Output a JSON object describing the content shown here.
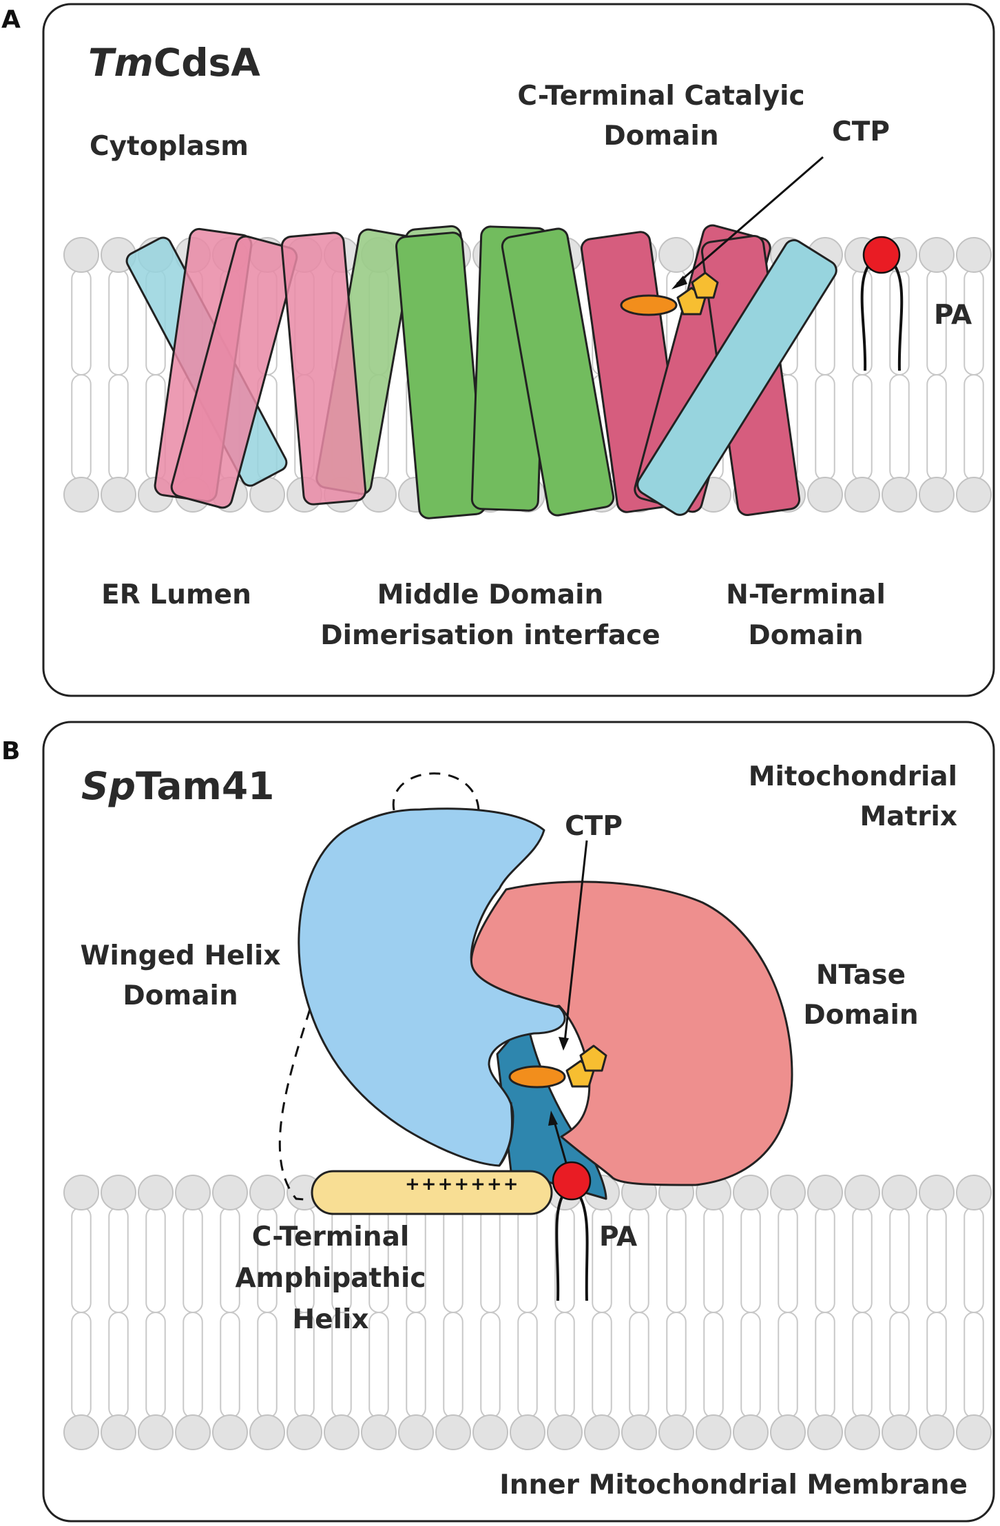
{
  "panel_a": {
    "letter": "A",
    "title_italic": "Tm",
    "title_rest": "CdsA",
    "cytoplasm": "Cytoplasm",
    "c_terminal_line1": "C-Terminal Catalyic",
    "c_terminal_line2": "Domain",
    "ctp": "CTP",
    "pa": "PA",
    "er_lumen": "ER Lumen",
    "middle_line1": "Middle Domain",
    "middle_line2": "Dimerisation interface",
    "n_terminal_line1": "N-Terminal",
    "n_terminal_line2": "Domain"
  },
  "panel_b": {
    "letter": "B",
    "title_italic": "Sp",
    "title_rest": "Tam41",
    "matrix_line1": "Mitochondrial",
    "matrix_line2": "Matrix",
    "ctp": "CTP",
    "winged_line1": "Winged Helix",
    "winged_line2": "Domain",
    "ntase_line1": "NTase",
    "ntase_line2": "Domain",
    "plus_signs": "+++++++",
    "pa": "PA",
    "amph_line1": "C-Terminal",
    "amph_line2": "Amphipathic",
    "amph_line3": "Helix",
    "membrane": "Inner Mitochondrial Membrane"
  },
  "colors": {
    "pink_light": "#E98AA6",
    "pink_dark": "#D65D7E",
    "green_light": "#9ACC87",
    "green": "#72BC5E",
    "cyan": "#97D4DE",
    "sky": "#9DCFF0",
    "salmon": "#EE8F8E",
    "teal": "#2E86AE",
    "helix_yellow": "#F8DE94",
    "orange": "#F28E1C",
    "gold": "#F7BE31",
    "red": "#E91C24",
    "lipid_gray": "#E2E2E2"
  }
}
